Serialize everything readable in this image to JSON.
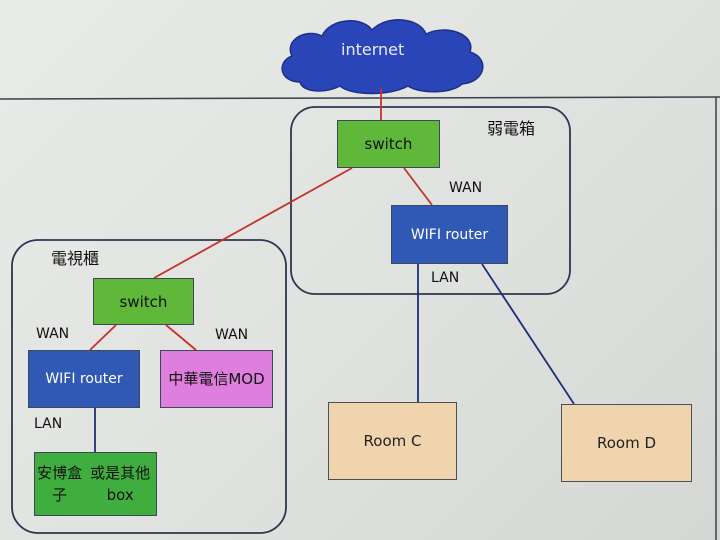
{
  "cloud": {
    "label": "internet"
  },
  "groups": {
    "weak_box": {
      "title": "弱電箱"
    },
    "tv_cabinet": {
      "title": "電視櫃"
    }
  },
  "nodes": {
    "switch_top": "switch",
    "router_top": "WIFI router",
    "switch_left": "switch",
    "router_left": "WIFI router",
    "mod_line1": "中華電信",
    "mod_line2": "MOD",
    "box_line1": "安博盒子",
    "box_line2": "或是其他box",
    "room_c": "Room C",
    "room_d": "Room D"
  },
  "link_labels": {
    "wan_top": "WAN",
    "lan_top": "LAN",
    "wan_left": "WAN",
    "wan_mod": "WAN",
    "lan_left": "LAN"
  },
  "colors": {
    "wan_link": "#c8312a",
    "lan_link": "#1f2f7a",
    "switch": "#5fb83a",
    "router": "#2f59b4",
    "mod": "#de7edd",
    "box": "#3fae3e",
    "room": "#efd4ad",
    "cloud": "#2a45b8"
  }
}
